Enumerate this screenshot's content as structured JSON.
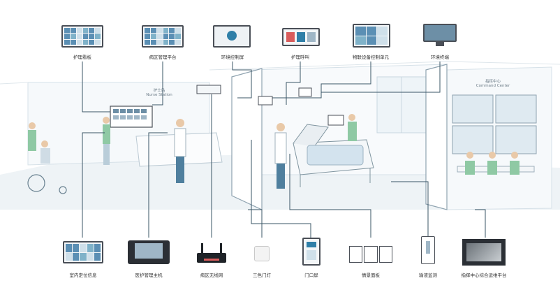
{
  "top_devices": [
    {
      "id": "nurse-board",
      "label": "护理看板"
    },
    {
      "id": "ward-management-platform",
      "label": "病区管理平台"
    },
    {
      "id": "environment-control-panel",
      "label": "环境控制屏"
    },
    {
      "id": "nurse-call",
      "label": "护理呼叫"
    },
    {
      "id": "smart-space-control-unit",
      "label": "物联设备控制单元"
    },
    {
      "id": "environment-terminal",
      "label": "环境终端"
    }
  ],
  "bottom_devices": [
    {
      "id": "indoor-positioning",
      "label": "室内定位信息"
    },
    {
      "id": "nursing-host",
      "label": "医护管理主机"
    },
    {
      "id": "ward-gateway",
      "label": "病区无线网"
    },
    {
      "id": "tricolor-door-light",
      "label": "三色门灯"
    },
    {
      "id": "door-screen",
      "label": "门口屏"
    },
    {
      "id": "scene-panel",
      "label": "情景面板"
    },
    {
      "id": "infusion-monitor",
      "label": "输液监测"
    },
    {
      "id": "command-center-platform",
      "label": "指挥中心综合运维平台"
    }
  ],
  "scene": {
    "nurse_station_cn": "护士站",
    "nurse_station_en": "Nurse Station",
    "command_center_cn": "指挥中心",
    "command_center_en": "Command Center"
  },
  "colors": {
    "line": "#3a5566",
    "wall": "#d6e1e8",
    "accent": "#2f7fa8",
    "floor": "#e9f0f4",
    "scrub": "#8fc9a4"
  }
}
